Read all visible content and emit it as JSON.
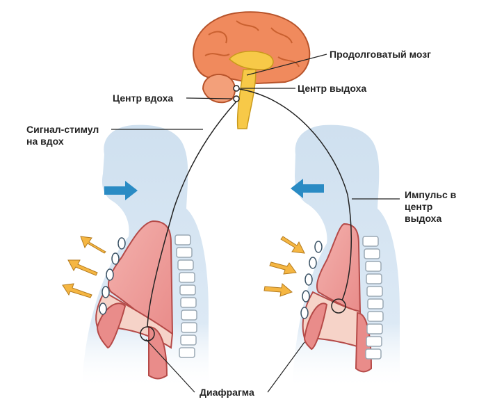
{
  "labels": {
    "medulla": "Продолговатый мозг",
    "exhale_center": "Центр выдоха",
    "inhale_center": "Центр вдоха",
    "inhale_signal": "Сигнал-стимул на вдох",
    "exhale_impulse": "Импульс в центр выдоха",
    "diaphragm": "Диафрагма"
  },
  "colors": {
    "body_silhouette": "#cfe0ef",
    "brain": "#f08a5d",
    "brainstem": "#f7c948",
    "lungs": "#ef9a9a",
    "pleura": "#f6d3c8",
    "spine": "#ffffff",
    "arrow_air": "#2a8bc4",
    "arrow_chest": "#f5b642",
    "nerve_line": "#222222"
  },
  "icons": {
    "air_in": "arrow-right-icon",
    "air_out": "arrow-left-icon",
    "chest_expand": "arrow-up-left-icon",
    "chest_contract": "arrow-down-right-icon"
  }
}
